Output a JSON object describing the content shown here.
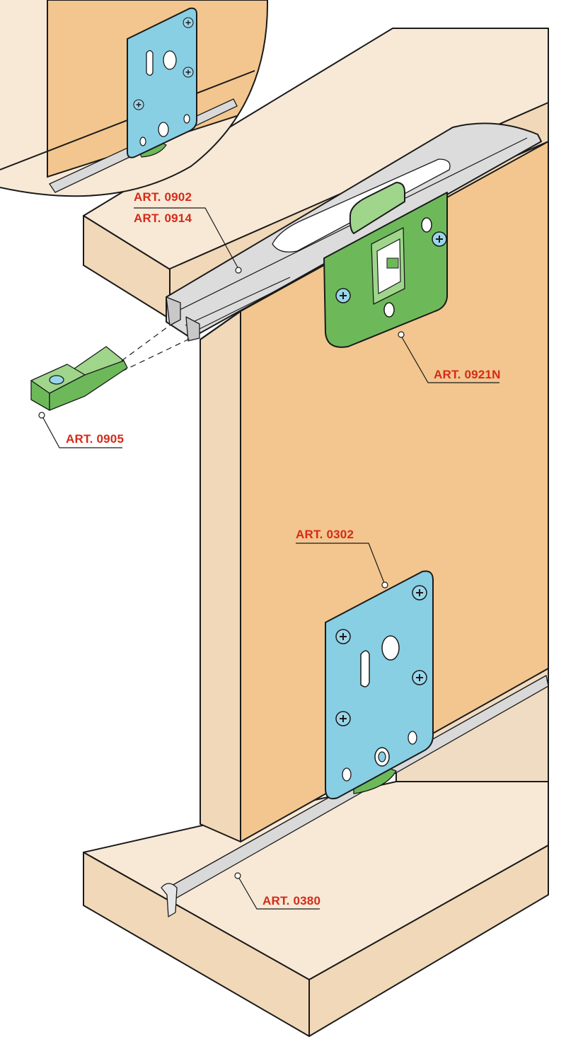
{
  "labels": {
    "art_0902": "ART. 0902",
    "art_0914": "ART. 0914",
    "art_0921n": "ART. 0921N",
    "art_0905": "ART. 0905",
    "art_0302": "ART. 0302",
    "art_0380": "ART. 0380"
  },
  "colors": {
    "label_red": "#d42a1a",
    "wood_face": "#f2c68e",
    "wood_light": "#f0d8b8",
    "wood_top": "#f7e9d6",
    "plate_blue": "#88cfe4",
    "bracket_green": "#6db95a",
    "rail_grey": "#d9d9d9",
    "outline": "#1a1a1a"
  },
  "icons": [
    "screw-icon",
    "wheel-icon"
  ]
}
